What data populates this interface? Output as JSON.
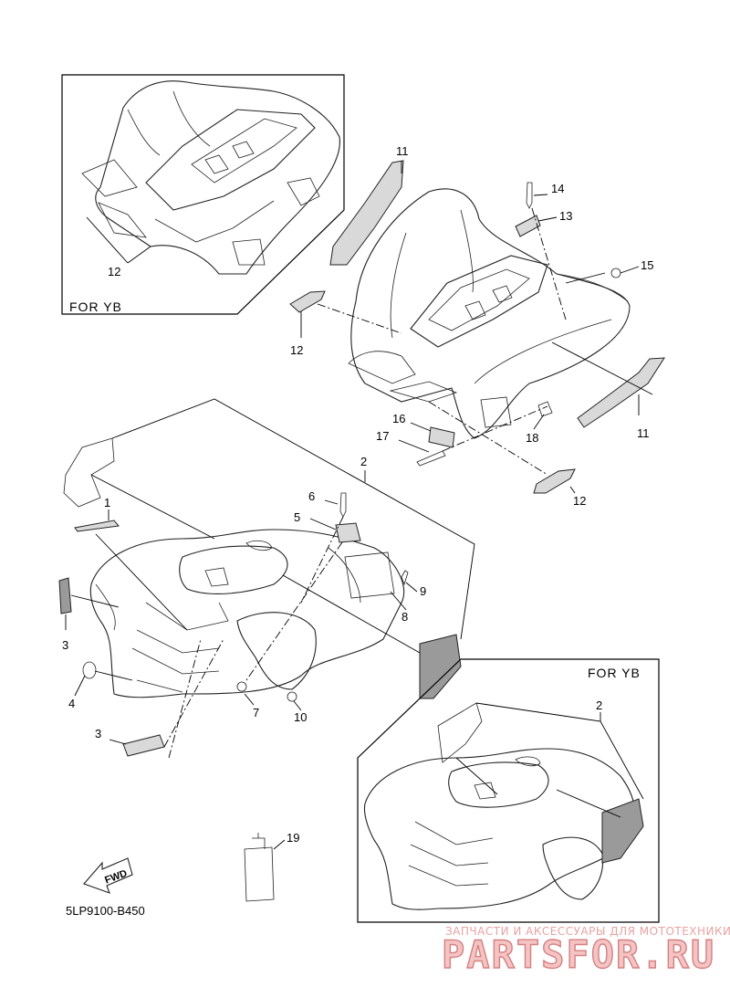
{
  "diagram": {
    "inset_label": "FOR YB",
    "drawing_code": "5LP9100-B450",
    "fwd_arrow_text": "FWD",
    "callouts": {
      "c1": "1",
      "c2": "2",
      "c3": "3",
      "c4": "4",
      "c5": "5",
      "c6": "6",
      "c7": "7",
      "c8": "8",
      "c9": "9",
      "c10": "10",
      "c11": "11",
      "c12": "12",
      "c13": "13",
      "c14": "14",
      "c15": "15",
      "c16": "16",
      "c17": "17",
      "c18": "18",
      "c19": "19"
    }
  },
  "watermark": {
    "subtitle": "ЗАПЧАСТИ И АКСЕССУАРЫ ДЛЯ МОТОТЕХНИКИ",
    "brand": "PARTSFOR.RU"
  }
}
